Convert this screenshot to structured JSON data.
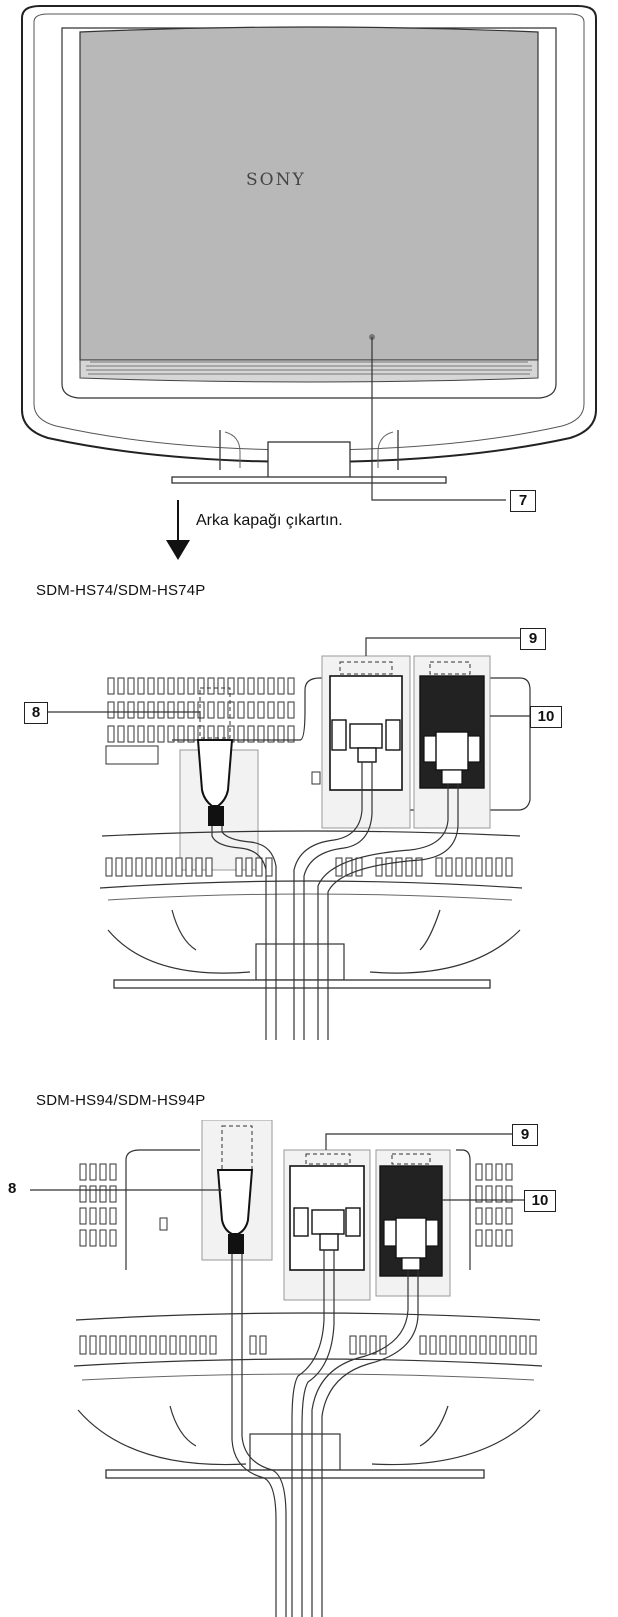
{
  "monitor": {
    "brand_logo": "SONY"
  },
  "instruction": {
    "text": "Arka kapağı çıkartın."
  },
  "callouts": {
    "c7": "7",
    "c8": "8",
    "c9": "9",
    "c10": "10"
  },
  "sections": [
    {
      "model": "SDM-HS74/SDM-HS74P"
    },
    {
      "model": "SDM-HS94/SDM-HS94P"
    }
  ]
}
